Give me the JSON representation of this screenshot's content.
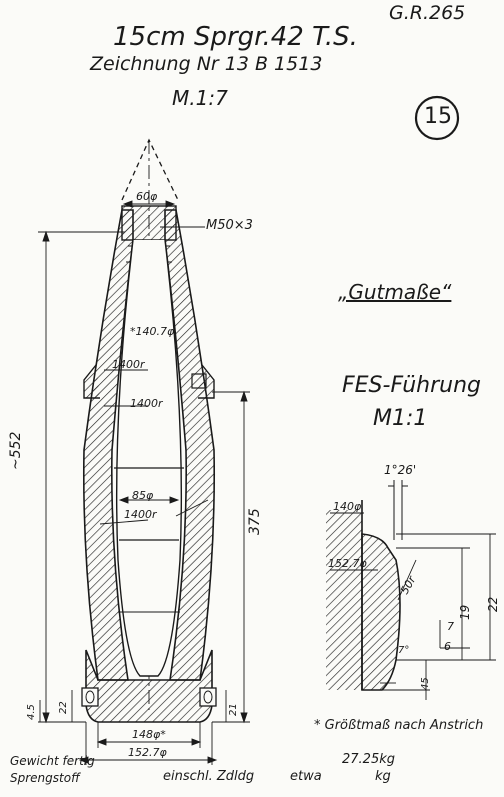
{
  "header": {
    "ref": "G.R.265",
    "title": "15cm Sprgr.42 T.S.",
    "drawing": "Zeichnung Nr 13 B 1513",
    "scale": "M.1:7",
    "sheet_number": "15"
  },
  "side_notes": {
    "gutmasse": "„Gutmaße“",
    "fes_title": "FES-Führung",
    "fes_scale": "M1:1",
    "footnote": "* Größtmaß nach Anstrich"
  },
  "shell_dims": {
    "nose_dia": "60φ",
    "thread": "M50×3",
    "inner_dia_top": "*140.7φ",
    "r_upper": "1400r",
    "r_mid": "1400r",
    "cavity_dia": "85φ",
    "r_lower": "1400r",
    "total_length": "~552",
    "body_length": "375",
    "base_left_1": "4.5",
    "base_left_2": "22",
    "base_right": "21",
    "base_dia_1": "148φ*",
    "base_dia_2": "152.7φ"
  },
  "band_dims": {
    "angle": "1°26'",
    "dia_1": "140φ",
    "dia_2": "152.7φ",
    "radius": "50r",
    "d_22": "22",
    "d_19": "19",
    "d_7": "7",
    "d_6": "6",
    "d_45": "45",
    "angle_small": "7°"
  },
  "footer": {
    "weight_label": "Gewicht fertig",
    "weight_value": "27.25kg",
    "explosive_label": "Sprengstoff",
    "incl_label": "einschl. Zdldg",
    "approx_label": "etwa",
    "explosive_unit": "kg"
  }
}
